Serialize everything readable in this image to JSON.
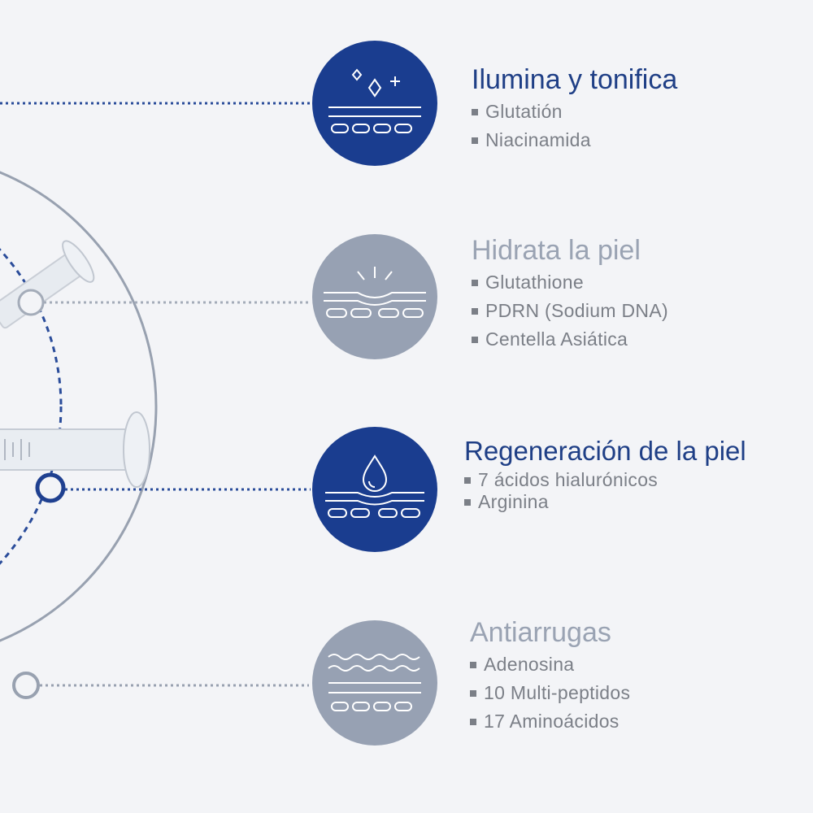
{
  "colors": {
    "background": "#f3f4f7",
    "dark_blue": "#1a3d8f",
    "grey_blue": "#97a1b3",
    "line_grey": "#98a1b0",
    "text_grey": "#7b7f87"
  },
  "features": [
    {
      "title": "Ilumina y tonifica",
      "icon": "skin-sparkle-icon",
      "style": "dark",
      "items": [
        "Glutatión",
        "Niacinamida"
      ]
    },
    {
      "title": "Hidrata la piel",
      "icon": "skin-radiance-icon",
      "style": "light",
      "items": [
        "Glutathione",
        "PDRN (Sodium DNA)",
        "Centella Asiática"
      ]
    },
    {
      "title": "Regeneración de la piel",
      "icon": "skin-drop-icon",
      "style": "dark",
      "items": [
        "7 ácidos hialurónicos",
        "Arginina"
      ]
    },
    {
      "title": "Antiarrugas",
      "icon": "skin-wrinkle-icon",
      "style": "light",
      "items": [
        "Adenosina",
        "10 Multi-peptidos",
        "17 Aminoácidos"
      ]
    }
  ]
}
